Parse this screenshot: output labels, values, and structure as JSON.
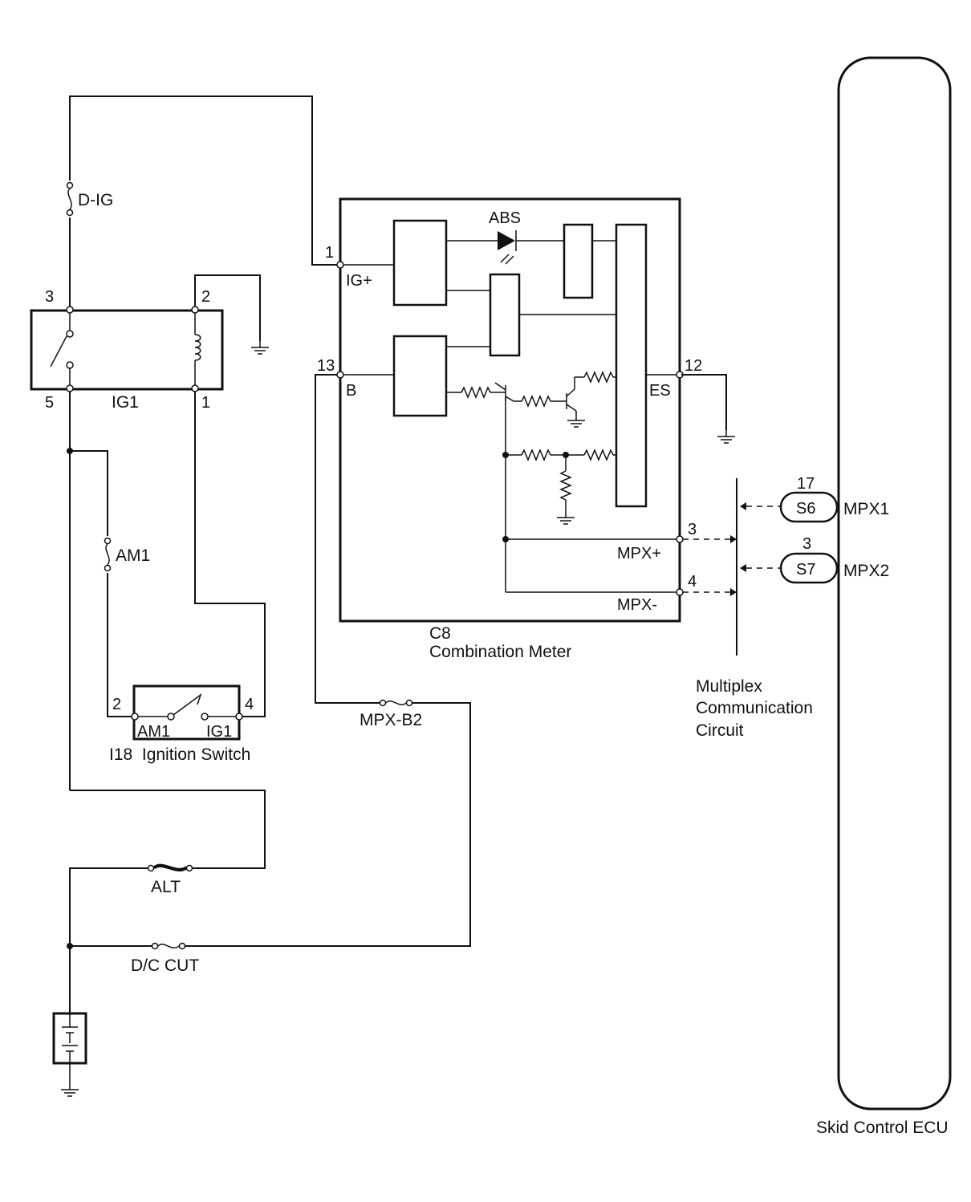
{
  "fuses": {
    "d_ig": "D-IG",
    "am1": "AM1",
    "mpx_b2": "MPX-B2",
    "alt": "ALT",
    "dc_cut": "D/C CUT"
  },
  "ig1_relay": {
    "name": "IG1",
    "pins": {
      "p3": "3",
      "p2": "2",
      "p5": "5",
      "p1": "1"
    }
  },
  "ignition_switch": {
    "label": "I18  Ignition Switch",
    "terminals": {
      "am1": "AM1",
      "ig1": "IG1"
    },
    "pins": {
      "p2": "2",
      "p4": "4"
    }
  },
  "combination_meter": {
    "code": "C8",
    "name": "Combination Meter",
    "indicator": "ABS",
    "terminals": {
      "ig_plus": "IG+",
      "b": "B",
      "es": "ES",
      "mpx_plus": "MPX+",
      "mpx_minus": "MPX-"
    },
    "pins": {
      "ig_plus": "1",
      "b": "13",
      "es": "12",
      "mpx_plus": "3",
      "mpx_minus": "4"
    }
  },
  "multiplex": {
    "label_line1": "Multiplex",
    "label_line2": "Communication",
    "label_line3": "Circuit"
  },
  "skid_ecu": {
    "name": "Skid Control ECU",
    "connectors": [
      {
        "pin": "17",
        "connector": "S6",
        "terminal": "MPX1"
      },
      {
        "pin": "3",
        "connector": "S7",
        "terminal": "MPX2"
      }
    ]
  }
}
